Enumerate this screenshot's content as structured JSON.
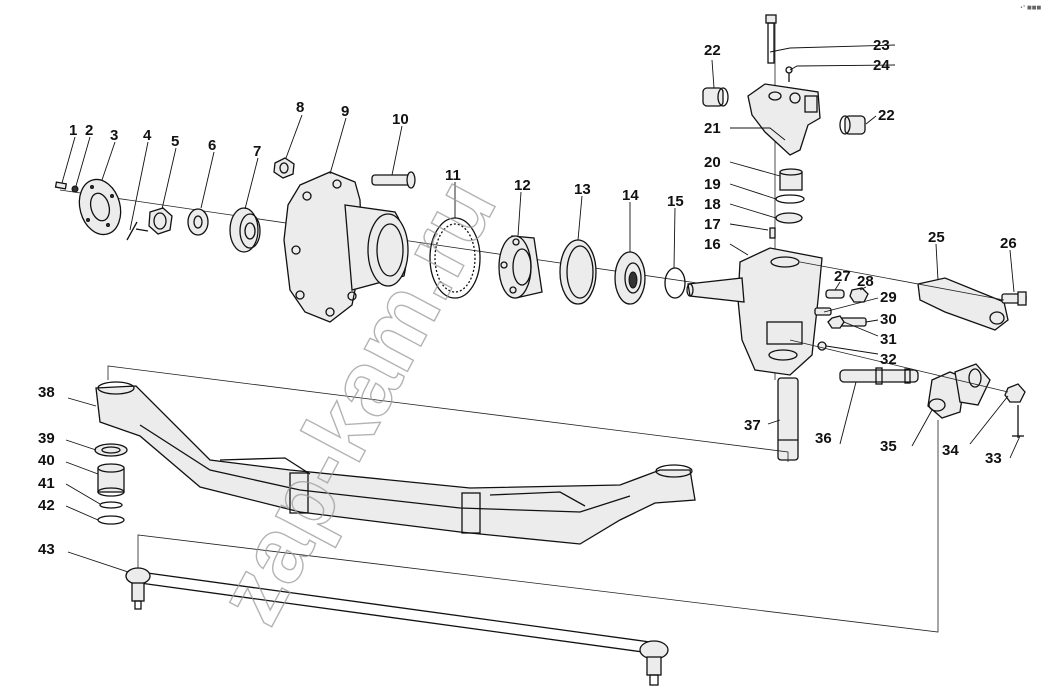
{
  "watermark": "zap-kam.ru",
  "corner_mark": "•° ■■■",
  "callouts": [
    {
      "id": "c1",
      "text": "1"
    },
    {
      "id": "c2",
      "text": "2"
    },
    {
      "id": "c3",
      "text": "3"
    },
    {
      "id": "c4",
      "text": "4"
    },
    {
      "id": "c5",
      "text": "5"
    },
    {
      "id": "c6",
      "text": "6"
    },
    {
      "id": "c7",
      "text": "7"
    },
    {
      "id": "c8",
      "text": "8"
    },
    {
      "id": "c9",
      "text": "9"
    },
    {
      "id": "c10",
      "text": "10"
    },
    {
      "id": "c11",
      "text": "11"
    },
    {
      "id": "c12",
      "text": "12"
    },
    {
      "id": "c13",
      "text": "13"
    },
    {
      "id": "c14",
      "text": "14"
    },
    {
      "id": "c15",
      "text": "15"
    },
    {
      "id": "c16",
      "text": "16"
    },
    {
      "id": "c17",
      "text": "17"
    },
    {
      "id": "c18",
      "text": "18"
    },
    {
      "id": "c19",
      "text": "19"
    },
    {
      "id": "c20",
      "text": "20"
    },
    {
      "id": "c21",
      "text": "21"
    },
    {
      "id": "c22a",
      "text": "22"
    },
    {
      "id": "c22b",
      "text": "22"
    },
    {
      "id": "c23",
      "text": "23"
    },
    {
      "id": "c24",
      "text": "24"
    },
    {
      "id": "c25",
      "text": "25"
    },
    {
      "id": "c26",
      "text": "26"
    },
    {
      "id": "c27",
      "text": "27"
    },
    {
      "id": "c28",
      "text": "28"
    },
    {
      "id": "c29",
      "text": "29"
    },
    {
      "id": "c30",
      "text": "30"
    },
    {
      "id": "c31",
      "text": "31"
    },
    {
      "id": "c32",
      "text": "32"
    },
    {
      "id": "c33",
      "text": "33"
    },
    {
      "id": "c34",
      "text": "34"
    },
    {
      "id": "c35",
      "text": "35"
    },
    {
      "id": "c36",
      "text": "36"
    },
    {
      "id": "c37",
      "text": "37"
    },
    {
      "id": "c38",
      "text": "38"
    },
    {
      "id": "c39",
      "text": "39"
    },
    {
      "id": "c40",
      "text": "40"
    },
    {
      "id": "c41",
      "text": "41"
    },
    {
      "id": "c42",
      "text": "42"
    },
    {
      "id": "c43",
      "text": "43"
    }
  ]
}
